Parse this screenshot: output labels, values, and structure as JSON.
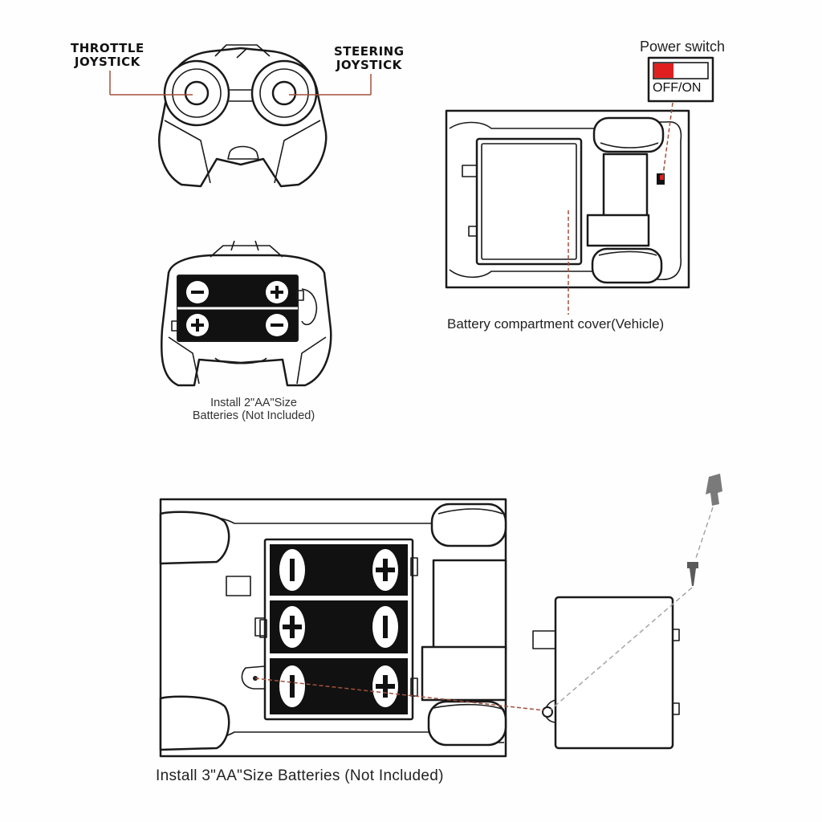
{
  "labels": {
    "throttle_joystick": "THROTTLE\nJOYSTICK",
    "steering_joystick": "STEERING\nJOYSTICK",
    "power_switch": "Power switch",
    "switch_state": "OFF/ON",
    "battery_compartment_cover": "Battery compartment cover(Vehicle)",
    "remote_batteries": "Install 2\"AA\"Size\nBatteries (Not Included)",
    "vehicle_batteries": "Install 3\"AA\"Size Batteries (Not Included)"
  },
  "colors": {
    "line": "#1a1a1a",
    "callout_line": "#a0503c",
    "battery_fill": "#111111",
    "switch_red": "#e02020",
    "screwdriver": "#7a7a7a"
  },
  "remote_battery_polarity": [
    [
      "minus",
      "plus"
    ],
    [
      "plus",
      "minus"
    ]
  ],
  "vehicle_battery_polarity": [
    [
      "minus",
      "plus"
    ],
    [
      "plus",
      "minus"
    ],
    [
      "minus",
      "plus"
    ]
  ]
}
